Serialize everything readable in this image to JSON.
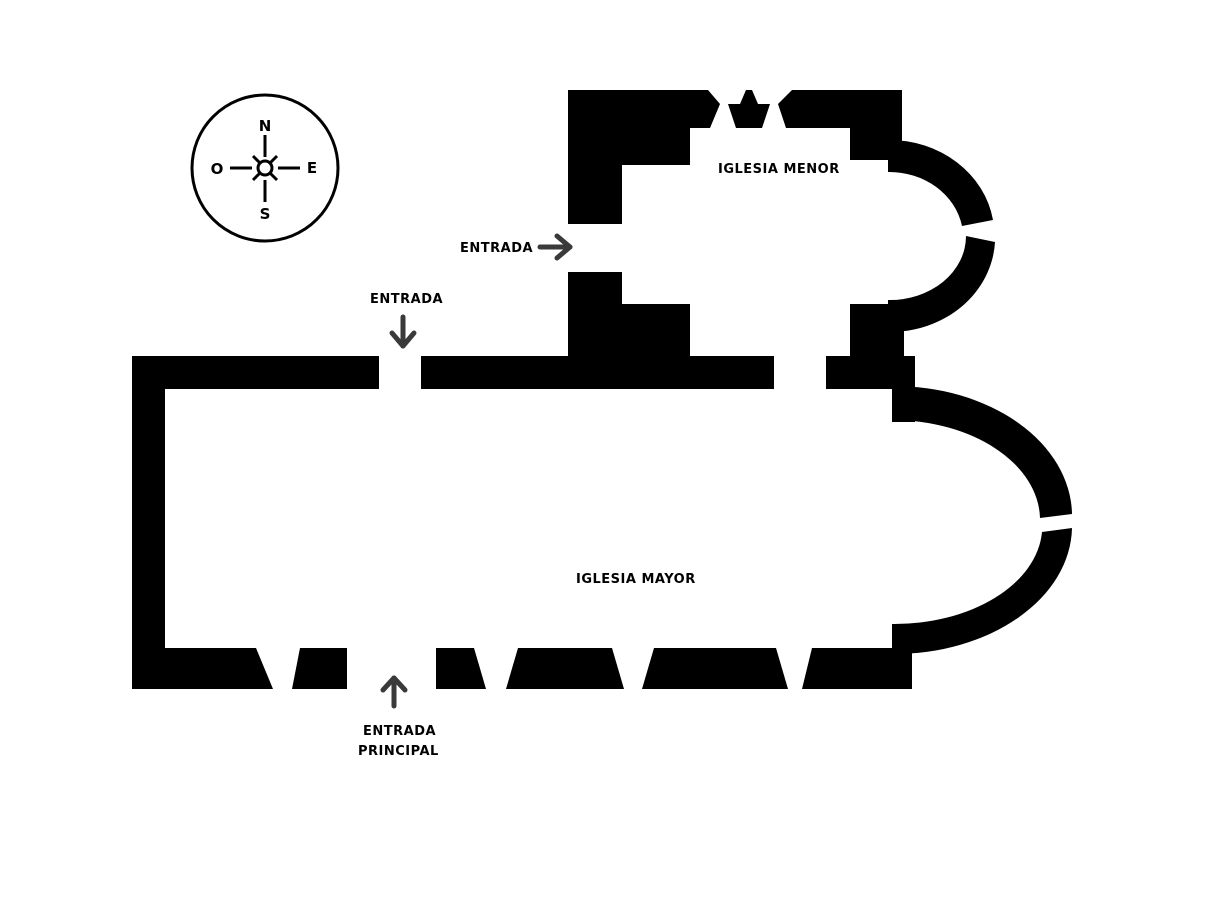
{
  "compass": {
    "north": "N",
    "south": "S",
    "east": "E",
    "west": "O"
  },
  "labels": {
    "iglesia_menor": "IGLESIA MENOR",
    "iglesia_mayor": "IGLESIA MAYOR",
    "entrada_east": "ENTRADA",
    "entrada_north": "ENTRADA",
    "entrada_principal_line1": "ENTRADA",
    "entrada_principal_line2": "PRINCIPAL"
  },
  "colors": {
    "wall": "#000000",
    "arrow": "#3a3a3a",
    "background": "#ffffff"
  },
  "icons": [
    "compass-rose-icon",
    "arrow-right-icon",
    "arrow-down-icon",
    "arrow-up-icon"
  ]
}
